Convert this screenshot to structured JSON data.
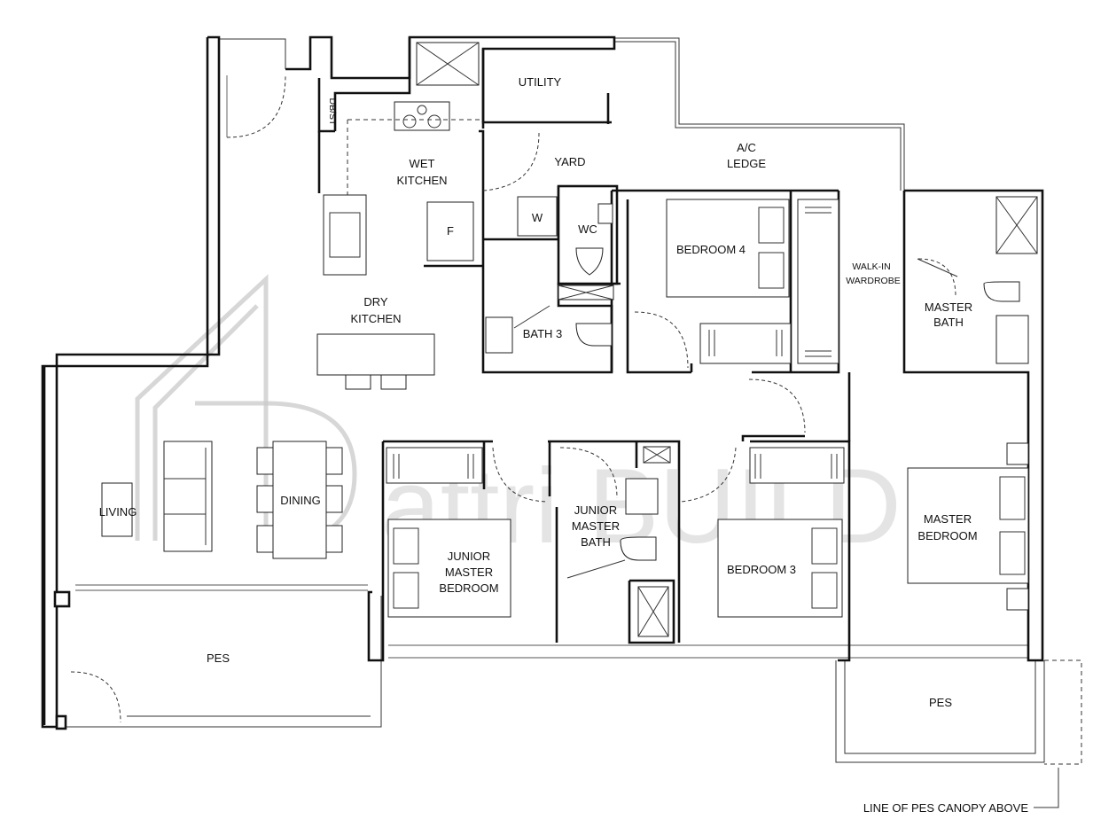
{
  "rooms": {
    "utility": "UTILITY",
    "db_st": "DB/ST",
    "wet_kitchen_1": "WET",
    "wet_kitchen_2": "KITCHEN",
    "yard": "YARD",
    "ac_ledge_1": "A/C",
    "ac_ledge_2": "LEDGE",
    "fridge": "F",
    "washer": "W",
    "wc": "WC",
    "bedroom4": "BEDROOM 4",
    "walkin_1": "WALK-IN",
    "walkin_2": "WARDROBE",
    "master_bath_1": "MASTER",
    "master_bath_2": "BATH",
    "dry_kitchen_1": "DRY",
    "dry_kitchen_2": "KITCHEN",
    "bath3": "BATH 3",
    "living": "LIVING",
    "dining": "DINING",
    "jm_bedroom_1": "JUNIOR",
    "jm_bedroom_2": "MASTER",
    "jm_bedroom_3": "BEDROOM",
    "jm_bath_1": "JUNIOR",
    "jm_bath_2": "MASTER",
    "jm_bath_3": "BATH",
    "bedroom3": "BEDROOM 3",
    "master_bedroom_1": "MASTER",
    "master_bedroom_2": "BEDROOM",
    "pes_left": "PES",
    "pes_right": "PES"
  },
  "annotation": {
    "canopy": "LINE OF PES CANOPY ABOVE"
  },
  "watermark": {
    "text": "attri BUILD"
  },
  "colors": {
    "wall": "#111111",
    "watermark": "#c9c9c9"
  }
}
